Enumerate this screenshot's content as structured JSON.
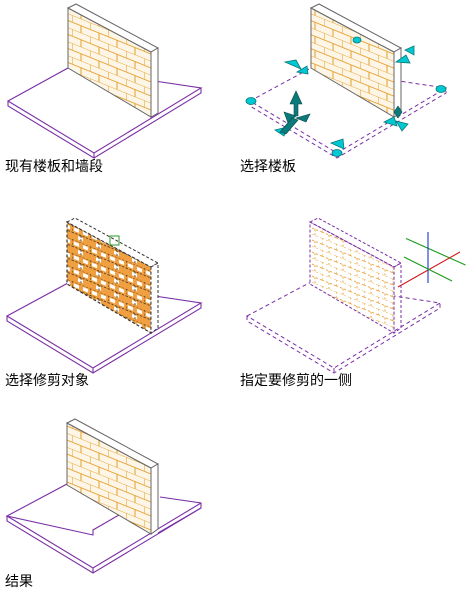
{
  "steps": [
    {
      "id": 1,
      "caption": "现有楼板和墙段"
    },
    {
      "id": 2,
      "caption": "选择楼板"
    },
    {
      "id": 3,
      "caption": "选择修剪对象"
    },
    {
      "id": 4,
      "caption": "指定要修剪的一侧"
    },
    {
      "id": 5,
      "caption": "结果"
    }
  ],
  "colors": {
    "slab_outline": "#7a2fa6",
    "brick_fill": "#fdf6e6",
    "mortar": "#e8a43a",
    "wall_edge": "#666666",
    "grip": "#00c8d2",
    "grip_dark": "#0b7a7a",
    "axis_x": "#d11a1a",
    "axis_y": "#1a9a1a",
    "axis_z": "#1a3ad1",
    "selection_box": "#2a9a2a"
  }
}
